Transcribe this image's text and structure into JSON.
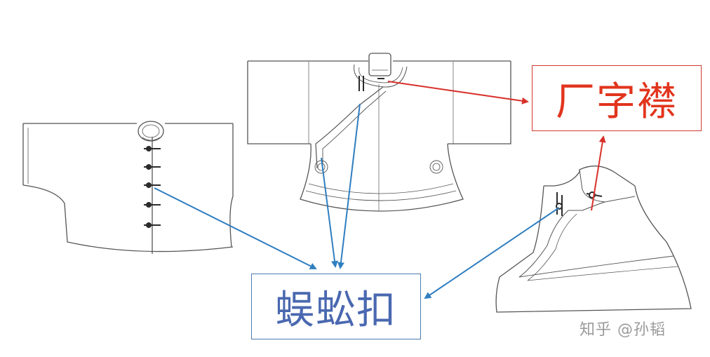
{
  "labels": {
    "placket_type": "厂字襟",
    "knot_button": "蜈蚣扣"
  },
  "watermark": "知乎 @孙韬",
  "colors": {
    "red_arrow": "#d8302a",
    "blue_arrow": "#2f7ec0",
    "red_text": "#e2341d",
    "blue_text": "#4a68b0",
    "outline": "#555555"
  }
}
